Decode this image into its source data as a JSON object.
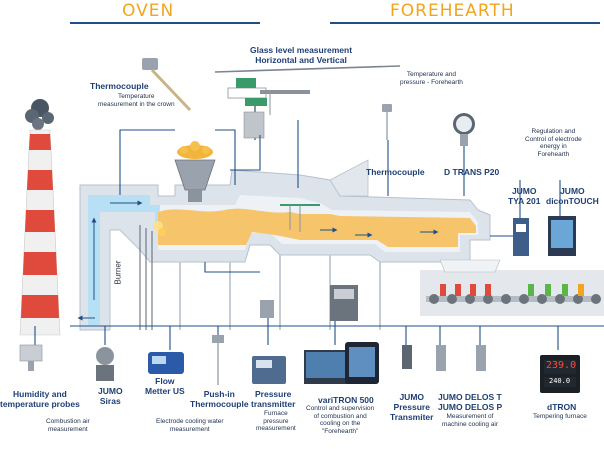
{
  "header": {
    "oven": "OVEN",
    "forehearth": "FOREHEARTH"
  },
  "colors": {
    "navy": "#1f4f88",
    "orange": "#f2a51c",
    "glass": "#f6c46b",
    "duct": "#b8e0f5",
    "chimney_red": "#e04a3c"
  },
  "labels": {
    "glass_level": [
      "Glass level measurement",
      "Horizontal and Vertical"
    ],
    "thermocouple_crown_title": "Thermocouple",
    "thermocouple_crown_desc": [
      "Temperature",
      "measurement in the crown"
    ],
    "temp_pressure_forehearth": [
      "Temperature and",
      "pressure - Forehearth"
    ],
    "thermocouple_forehearth": "Thermocouple",
    "dtrans_p20": "D TRANS P20",
    "regulation": [
      "Regulation and",
      "Control of electrode",
      "energy in",
      "Forehearth"
    ],
    "tya201": [
      "JUMO",
      "TYA 201"
    ],
    "dicontouch": [
      "JUMO",
      "diconTOUCH"
    ],
    "burner": "Burner",
    "humidity": [
      "Humidity and",
      "temperature probes"
    ],
    "jumo_siras": [
      "JUMO",
      "Siras"
    ],
    "combustion_air": [
      "Combustion air",
      "measurement"
    ],
    "flow_metter": [
      "Flow",
      "Metter US"
    ],
    "electrode_cooling": [
      "Electrode cooling water",
      "measurement"
    ],
    "pushin": [
      "Push-in",
      "Thermocouple"
    ],
    "pressure_transmitter": [
      "Pressure",
      "transmitter"
    ],
    "furnace_pressure": [
      "Furnace",
      "pressure",
      "measurement"
    ],
    "variTRON": "variTRON 500",
    "varitron_desc": [
      "Control and supervision",
      "of combustion and",
      "cooling on the",
      "\"Forehearth\""
    ],
    "jumo_pressure_tx": [
      "JUMO",
      "Pressure",
      "Transmiter"
    ],
    "delos_t": "JUMO DELOS T",
    "delos_p": "JUMO DELOS P",
    "delos_desc": [
      "Measurement of",
      "machine cooling air"
    ],
    "dtron": "dTRON",
    "tempering": "Tempering furnace"
  },
  "displays": {
    "dtron_value": "239.0",
    "dtron_setpoint": "240.0"
  }
}
